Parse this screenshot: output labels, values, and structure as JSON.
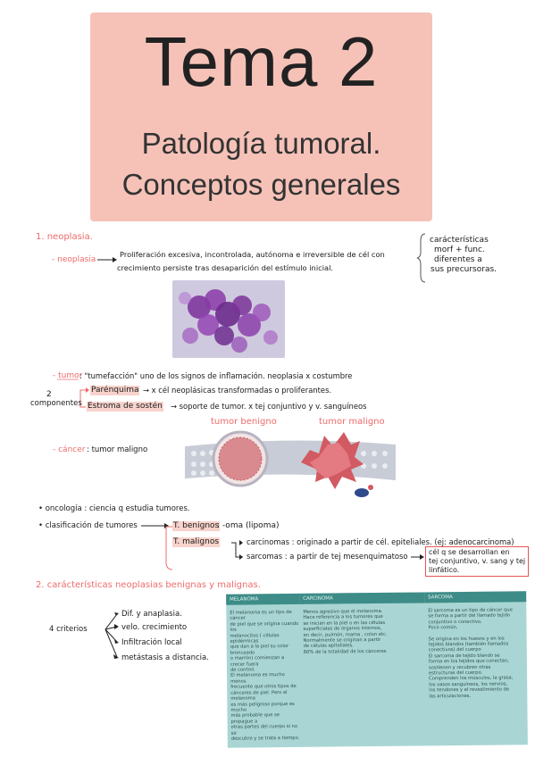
{
  "header": {
    "title": "Tema 2",
    "subtitle_line1": "Patología tumoral.",
    "subtitle_line2": "Conceptos generales"
  },
  "section1": {
    "heading": "1. neoplasia.",
    "neoplasia_label": "- neoplasia",
    "neoplasia_def_line1": "Proliferación excesiva, incontrolada, autónoma e irreversible de cél con",
    "neoplasia_def_line2": "crecimiento persiste tras desaparición del estímulo inicial.",
    "side_note_line1": "carácterísticas",
    "side_note_line2": "morf + func.",
    "side_note_line3": "diferentes a",
    "side_note_line4": "sus precursoras.",
    "tumor_label": "- tumor",
    "tumor_def": ": \"tumefacción\" uno de los signos de inflamación.  neoplasia x costumbre",
    "components_num": "2",
    "components_label": "componentes",
    "parenquima_label": "Parénquima",
    "parenquima_def": "→ x cél neoplásicas transformadas o proliferantes.",
    "estroma_label": "Estroma de sostén",
    "estroma_def": "→ soporte de tumor. x tej conjuntivo y v. sanguíneos",
    "tumor_benigno_label": "tumor benigno",
    "tumor_maligno_label": "tumor maligno",
    "cancer_label": "- cáncer",
    "cancer_def": ": tumor maligno",
    "oncologia": "• oncología : ciencia q estudia tumores.",
    "clasificacion": "• clasificación de tumores",
    "t_benignos_label": "T. benignos",
    "t_benignos_def": ": -oma (lipoma)",
    "t_malignos_label": "T. malignos",
    "carcinomas": "carcinomas : originado a partir de cél. epiteliales. (ej: adenocarcinoma)",
    "sarcomas": "sarcomas : a partir de tej mesenquimatoso",
    "sarcomas_note_line1": "cél q se desarrollan en",
    "sarcomas_note_line2": "tej conjuntivo, v. sang y tej",
    "sarcomas_note_line3": "linfático."
  },
  "section2": {
    "heading": "2. carácterísticas neoplasias benignas y malignas.",
    "criterios_label": "4 criterios",
    "criteria": [
      "Dif. y anaplasia.",
      "velo. crecimiento",
      "Infiltración local",
      "metástasis a distancia."
    ]
  },
  "table": {
    "headers": [
      "MELANOMA",
      "CARCINOMA",
      "SARCOMA"
    ],
    "melanoma": [
      "El melanoma es un tipo de cáncer",
      "de piel que se origina cuando los",
      "melanocitos ( células epidérmicas",
      "que dan a la piel su color bronceado",
      "o marrón) comienzan a crecer fuera",
      "de control.",
      "El melanoma es mucho menos",
      "frecuente que otros tipos de",
      "cánceres de piel. Pero el melanoma",
      "es más peligroso porque es mucho",
      "más probable que se propague a",
      "otras partes del cuerpo si no se",
      "descubre y se trata a tiempo."
    ],
    "carcinoma": [
      "Menos agresivo que el melanoma.",
      "Hace referencia a los tumores que",
      "se inician en la piel o en las células",
      "superficiales de órganos internos,",
      "en decir, pulmón, mama , colon etc.",
      "Normalmente se originan a partir",
      "de células epiteliales.",
      "80% de la totalidad de los cánceres"
    ],
    "sarcoma": [
      "El sarcoma es un tipo de cáncer que",
      "se forma a partir del llamado tejido",
      "conjuntivo o conectivo.",
      "Poco común.",
      "",
      "Se origina en los huesos y en los",
      "tejidos blandos (también llamados",
      "conectivos) del cuerpo",
      " El sarcoma de tejido blando se",
      "forma en los tejidos que conectan,",
      "sostienen y recubren otras",
      "estructuras del cuerpo.",
      "Comprenden los músculos, la grasa,",
      "los vasos sanguíneos, los nervios,",
      "los tendones y el revestimiento de",
      "las articulaciones."
    ]
  },
  "colors": {
    "banner": "#f6c2b8",
    "accent_pink": "#ee6b6b",
    "table_bg": "#a9d6d4",
    "table_header": "#3e8c88"
  }
}
